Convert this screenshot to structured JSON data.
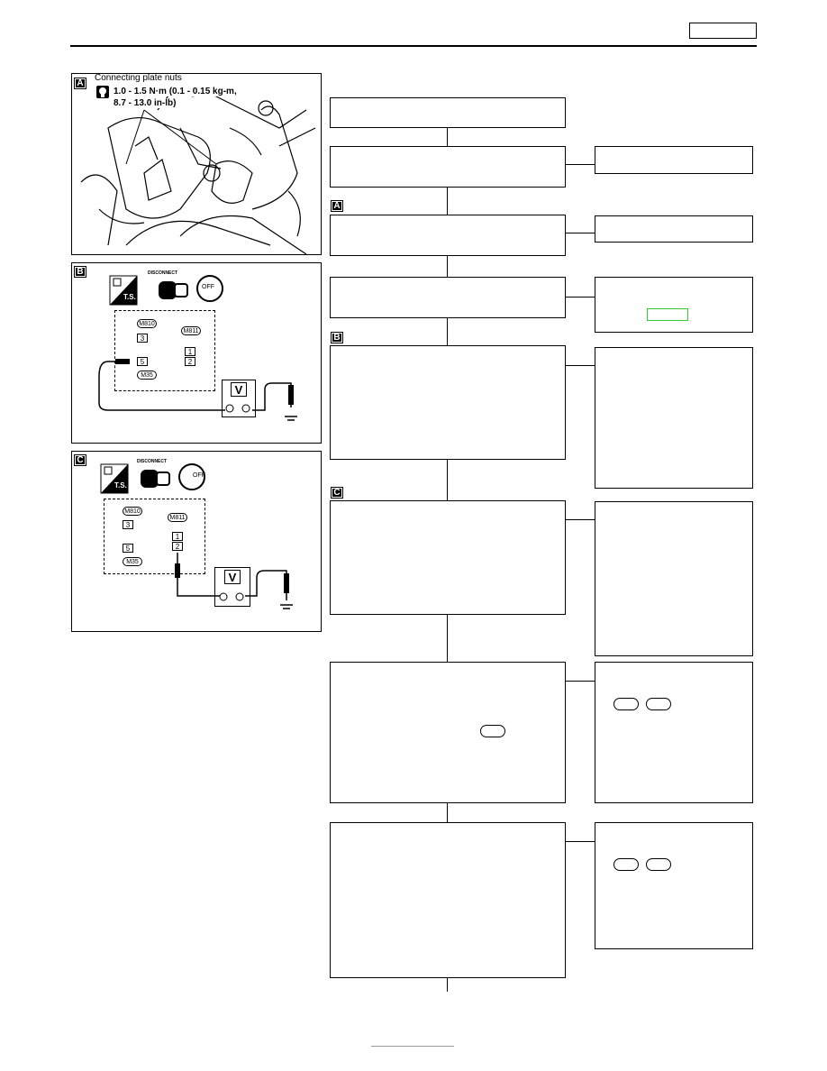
{
  "header": {
    "rule_color": "#000000"
  },
  "figure_a": {
    "tag": "A",
    "caption": "Connecting plate nuts",
    "torque_line1": "1.0 - 1.5 N·m (0.1 - 0.15 kg-m,",
    "torque_line2": "8.7 - 13.0 in-lb)",
    "icon": "torque-wrench-icon"
  },
  "figure_b": {
    "tag": "B",
    "disconnect_label": "DISCONNECT",
    "ts_label": "T.S.",
    "off_label": "OFF",
    "connector_1": "M810",
    "connector_2": "M811",
    "connector_3": "M35",
    "pin_3": "3",
    "pin_5": "5",
    "pin_1": "1",
    "pin_2": "2",
    "meter_label": "V"
  },
  "figure_c": {
    "tag": "C",
    "disconnect_label": "DISCONNECT",
    "ts_label": "T.S.",
    "off_label": "OFF",
    "connector_1": "M810",
    "connector_2": "M811",
    "connector_3": "M35",
    "pin_3": "3",
    "pin_5": "5",
    "pin_1": "1",
    "pin_2": "2",
    "meter_label": "V"
  },
  "flowchart": {
    "step_tags": [
      "A",
      "B",
      "C"
    ],
    "highlight_color": "#33cc33"
  }
}
